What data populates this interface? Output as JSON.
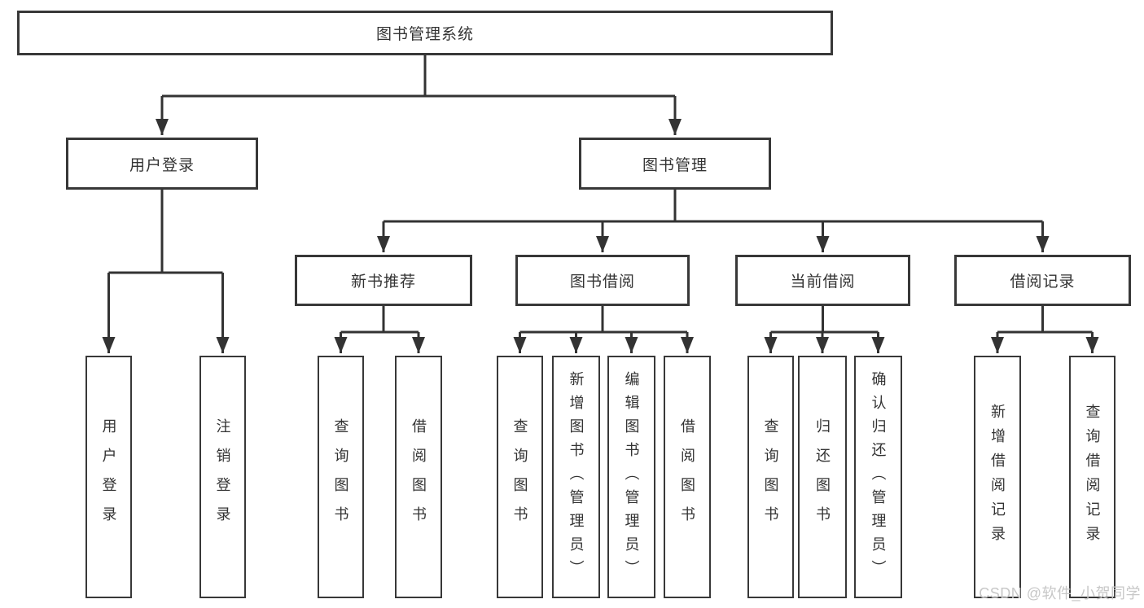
{
  "diagram": {
    "title": "图书管理系统",
    "root": {
      "label": "图书管理系统"
    },
    "level1": [
      {
        "id": "user-login",
        "label": "用户登录"
      },
      {
        "id": "book-management",
        "label": "图书管理"
      }
    ],
    "level2": [
      {
        "id": "new-book-recommend",
        "label": "新书推荐",
        "parent": "图书管理"
      },
      {
        "id": "book-borrowing",
        "label": "图书借阅",
        "parent": "图书管理"
      },
      {
        "id": "current-borrowing",
        "label": "当前借阅",
        "parent": "图书管理"
      },
      {
        "id": "borrowing-records",
        "label": "借阅记录",
        "parent": "图书管理"
      }
    ],
    "leaves": [
      {
        "label": "用户登录",
        "parent": "用户登录"
      },
      {
        "label": "注销登录",
        "parent": "用户登录"
      },
      {
        "label": "查询图书",
        "parent": "新书推荐"
      },
      {
        "label": "借阅图书",
        "parent": "新书推荐"
      },
      {
        "label": "查询图书",
        "parent": "图书借阅"
      },
      {
        "label": "新增图书（管理员）",
        "parent": "图书借阅"
      },
      {
        "label": "编辑图书（管理员）",
        "parent": "图书借阅"
      },
      {
        "label": "借阅图书",
        "parent": "图书借阅"
      },
      {
        "label": "查询图书",
        "parent": "当前借阅"
      },
      {
        "label": "归还图书",
        "parent": "当前借阅"
      },
      {
        "label": "确认归还（管理员）",
        "parent": "当前借阅"
      },
      {
        "label": "新增借阅记录",
        "parent": "借阅记录"
      },
      {
        "label": "查询借阅记录",
        "parent": "借阅记录"
      }
    ],
    "watermark": "CSDN @软件_小贺同学",
    "colors": {
      "line": "#333333",
      "box_border": "#383838",
      "text": "#333333",
      "watermark": "#c7c7c7",
      "background": "#ffffff"
    }
  }
}
